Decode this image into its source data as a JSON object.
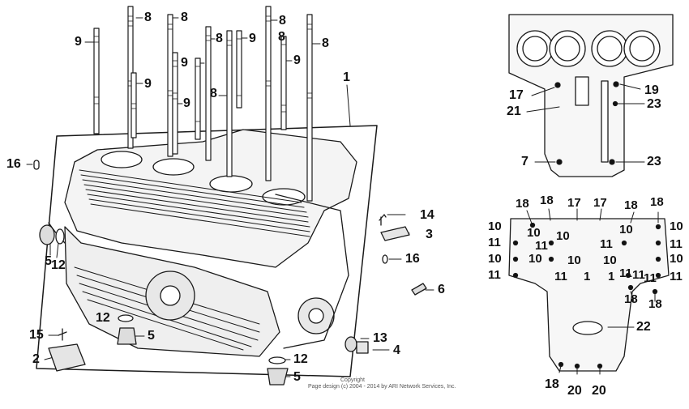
{
  "callouts": [
    {
      "id": "a",
      "text": "8"
    },
    {
      "id": "b",
      "text": "8"
    },
    {
      "id": "c",
      "text": "9"
    },
    {
      "id": "d",
      "text": "9"
    },
    {
      "id": "e",
      "text": "9"
    },
    {
      "id": "f",
      "text": "9"
    },
    {
      "id": "g",
      "text": "8"
    },
    {
      "id": "h",
      "text": "8"
    },
    {
      "id": "i",
      "text": "9"
    },
    {
      "id": "j",
      "text": "8"
    },
    {
      "id": "k",
      "text": "8"
    },
    {
      "id": "l",
      "text": "9"
    },
    {
      "id": "m",
      "text": "8"
    },
    {
      "id": "n",
      "text": "1"
    },
    {
      "id": "o",
      "text": "16"
    },
    {
      "id": "p",
      "text": "5"
    },
    {
      "id": "q",
      "text": "12"
    },
    {
      "id": "r",
      "text": "14"
    },
    {
      "id": "s",
      "text": "3"
    },
    {
      "id": "t",
      "text": "16"
    },
    {
      "id": "u",
      "text": "6"
    },
    {
      "id": "v",
      "text": "12"
    },
    {
      "id": "w",
      "text": "5"
    },
    {
      "id": "x",
      "text": "15"
    },
    {
      "id": "y",
      "text": "2"
    },
    {
      "id": "z",
      "text": "13"
    },
    {
      "id": "aa",
      "text": "4"
    },
    {
      "id": "ab",
      "text": "12"
    },
    {
      "id": "ac",
      "text": "5"
    },
    {
      "id": "r1",
      "text": "17"
    },
    {
      "id": "r2",
      "text": "19"
    },
    {
      "id": "r3",
      "text": "21"
    },
    {
      "id": "r4",
      "text": "23"
    },
    {
      "id": "r5",
      "text": "7"
    },
    {
      "id": "r6",
      "text": "23"
    },
    {
      "id": "b1",
      "text": "18"
    },
    {
      "id": "b2",
      "text": "18"
    },
    {
      "id": "b3",
      "text": "17"
    },
    {
      "id": "b4",
      "text": "17"
    },
    {
      "id": "b5",
      "text": "18"
    },
    {
      "id": "b6",
      "text": "18"
    },
    {
      "id": "b7",
      "text": "10"
    },
    {
      "id": "b8",
      "text": "10"
    },
    {
      "id": "b9",
      "text": "10"
    },
    {
      "id": "b10",
      "text": "10"
    },
    {
      "id": "b11",
      "text": "10"
    },
    {
      "id": "b12",
      "text": "11"
    },
    {
      "id": "b13",
      "text": "11"
    },
    {
      "id": "b14",
      "text": "11"
    },
    {
      "id": "b15",
      "text": "11"
    },
    {
      "id": "b16",
      "text": "10"
    },
    {
      "id": "b17",
      "text": "10"
    },
    {
      "id": "b18",
      "text": "10"
    },
    {
      "id": "b19",
      "text": "10"
    },
    {
      "id": "b20",
      "text": "10"
    },
    {
      "id": "b21",
      "text": "11"
    },
    {
      "id": "b22",
      "text": "11"
    },
    {
      "id": "b23",
      "text": "1"
    },
    {
      "id": "b24",
      "text": "1"
    },
    {
      "id": "b25",
      "text": "11"
    },
    {
      "id": "b26",
      "text": "11"
    },
    {
      "id": "b27",
      "text": "11"
    },
    {
      "id": "b28",
      "text": "11"
    },
    {
      "id": "b29",
      "text": "18"
    },
    {
      "id": "b30",
      "text": "18"
    },
    {
      "id": "b31",
      "text": "22"
    },
    {
      "id": "b32",
      "text": "18"
    },
    {
      "id": "b33",
      "text": "20"
    },
    {
      "id": "b34",
      "text": "20"
    }
  ],
  "copyright": {
    "line1": "Copyright",
    "line2": "Page design (c) 2004 - 2014 by ARI Network Services, Inc."
  }
}
